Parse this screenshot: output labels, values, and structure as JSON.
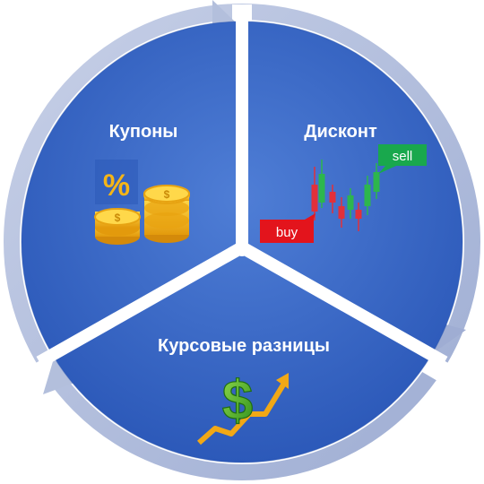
{
  "segments": [
    {
      "label": "Купоны",
      "icon": "coins-percent-icon"
    },
    {
      "label": "Дисконт",
      "icon": "candlestick-chart-icon"
    },
    {
      "label": "Курсовые разницы",
      "icon": "dollar-growth-icon"
    }
  ],
  "discount_tags": {
    "buy": "buy",
    "sell": "sell"
  },
  "coupon_icon": {
    "percent": "%"
  },
  "fx_icon": {
    "dollar": "$"
  },
  "colors": {
    "segment_dark": "#2c59b9",
    "segment_light": "#4f7ed6",
    "arrow_ring": "#aebad9",
    "buy_tag": "#e3141c",
    "sell_tag": "#19a84d",
    "candle_green": "#2db64d",
    "candle_red": "#e2303a",
    "coin_gold": "#f3b315"
  }
}
